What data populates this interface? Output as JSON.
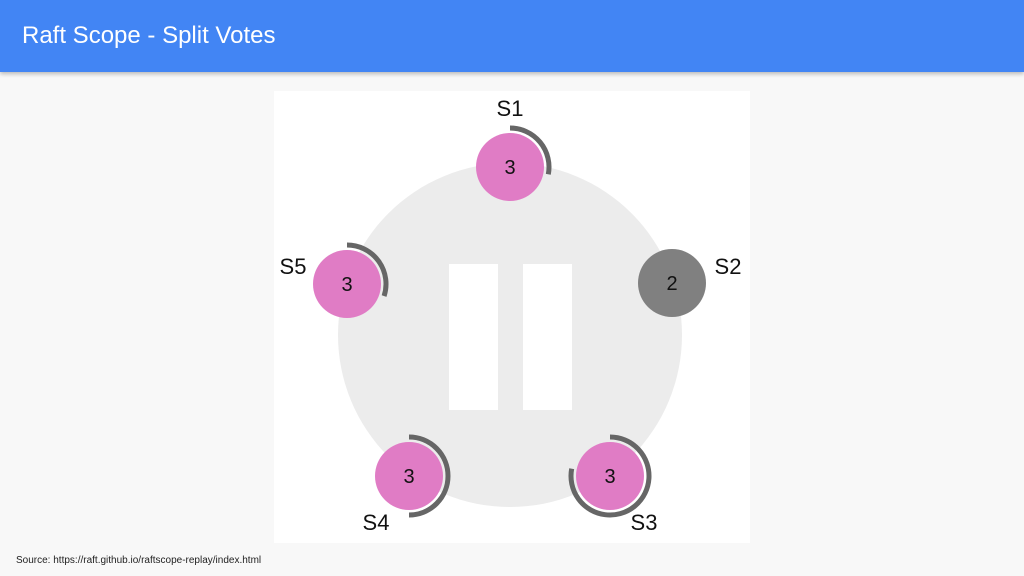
{
  "header": {
    "title": "Raft Scope - Split Votes"
  },
  "diagram": {
    "state": "paused",
    "servers": [
      {
        "id": "S1",
        "term": "3",
        "role": "candidate",
        "vote_timer_fraction": 0.28
      },
      {
        "id": "S2",
        "term": "2",
        "role": "follower",
        "vote_timer_fraction": 0
      },
      {
        "id": "S3",
        "term": "3",
        "role": "candidate",
        "vote_timer_fraction": 0.78
      },
      {
        "id": "S4",
        "term": "3",
        "role": "candidate",
        "vote_timer_fraction": 0.5
      },
      {
        "id": "S5",
        "term": "3",
        "role": "candidate",
        "vote_timer_fraction": 0.3
      }
    ],
    "colors": {
      "candidate_fill": "#e07cc5",
      "follower_fill": "#808080",
      "timer_arc": "#666666",
      "ring": "#ececec",
      "pause_bars": "#ffffff"
    }
  },
  "footer": {
    "source": "Source: https://raft.github.io/raftscope-replay/index.html"
  }
}
